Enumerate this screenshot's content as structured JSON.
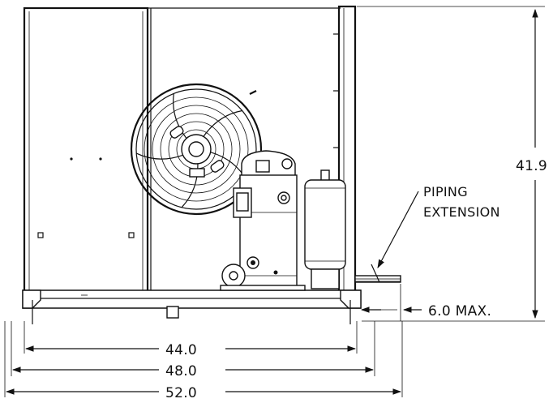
{
  "dimensions": {
    "height": "41.9",
    "width_44": "44.0",
    "width_48": "48.0",
    "width_52": "52.0",
    "piping_max": "6.0  MAX."
  },
  "callouts": {
    "piping_line1": "PIPING",
    "piping_line2": "EXTENSION"
  },
  "icons": {
    "fan": "fan-icon",
    "compressor": "compressor-icon",
    "receiver": "receiver-tank-icon"
  }
}
